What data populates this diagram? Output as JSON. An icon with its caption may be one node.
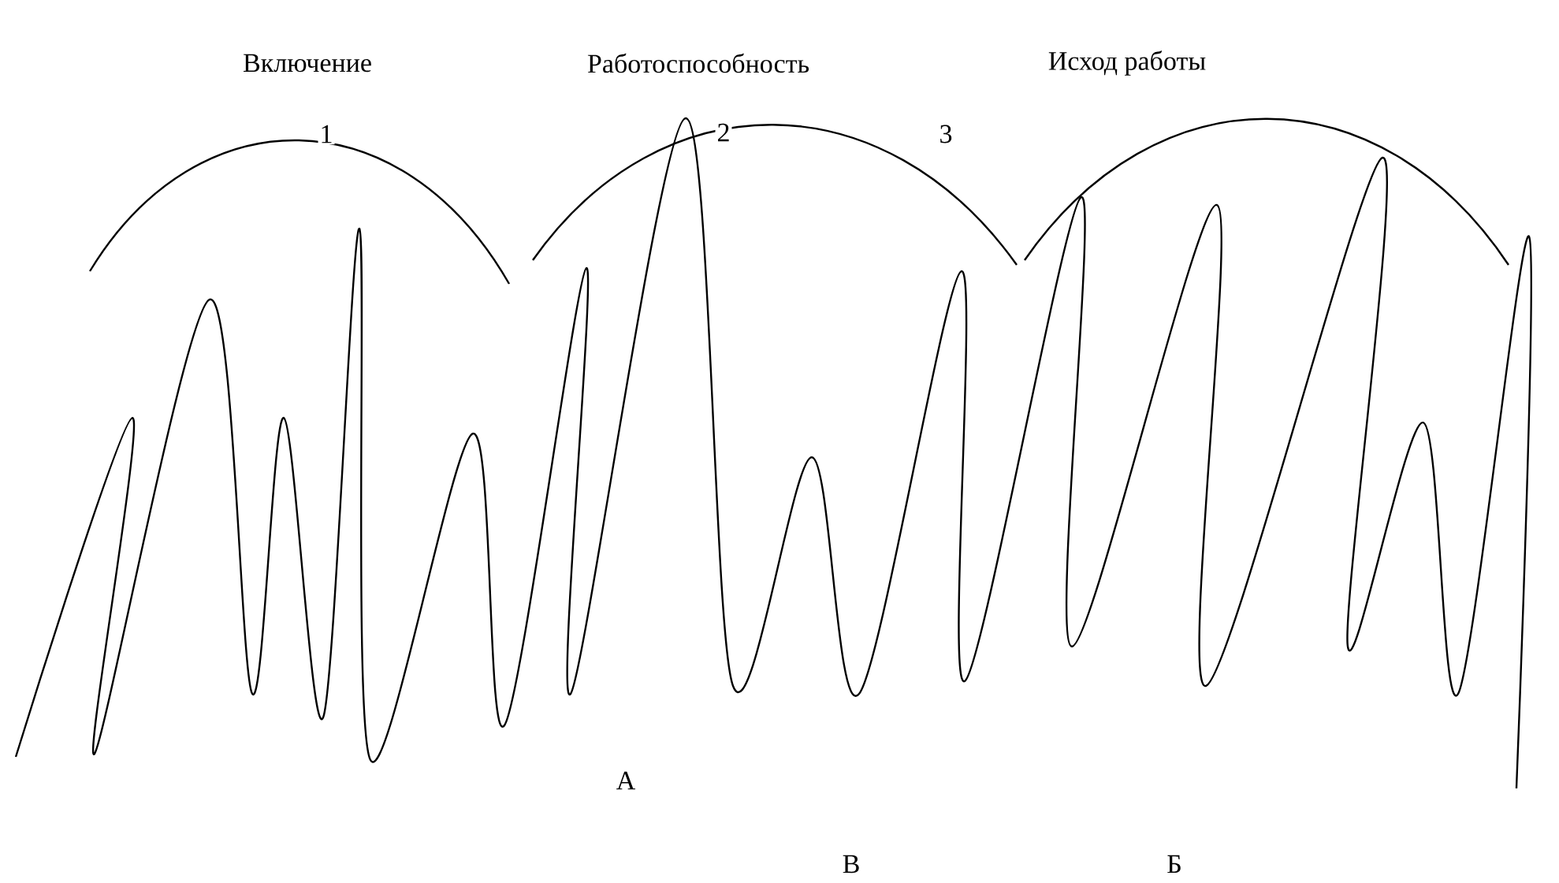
{
  "diagram": {
    "labels": [
      "Включение",
      "Работоспособность",
      "Исход работы",
      "1",
      "2",
      "3",
      "А",
      "В",
      "Б"
    ]
  }
}
